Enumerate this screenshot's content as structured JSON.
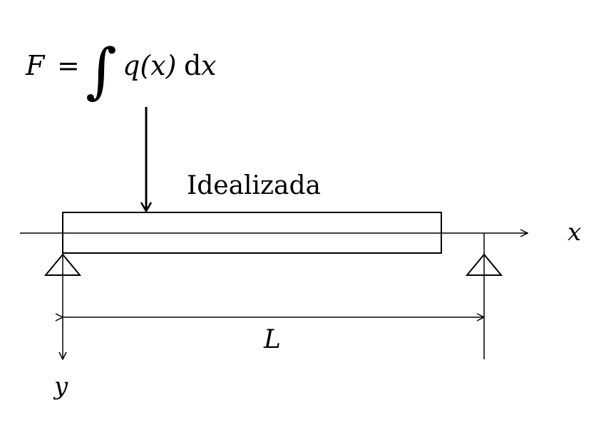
{
  "formula": {
    "lhs": "F",
    "equals": "=",
    "integral_sign": "∫",
    "integrand": "q(x)",
    "differential_d": "d",
    "differential_var": "x"
  },
  "beam_label": "Idealizada",
  "axis_x_label": "x",
  "axis_y_label": "y",
  "span_label": "L",
  "stroke_color": "#000000",
  "background_color": "#ffffff"
}
